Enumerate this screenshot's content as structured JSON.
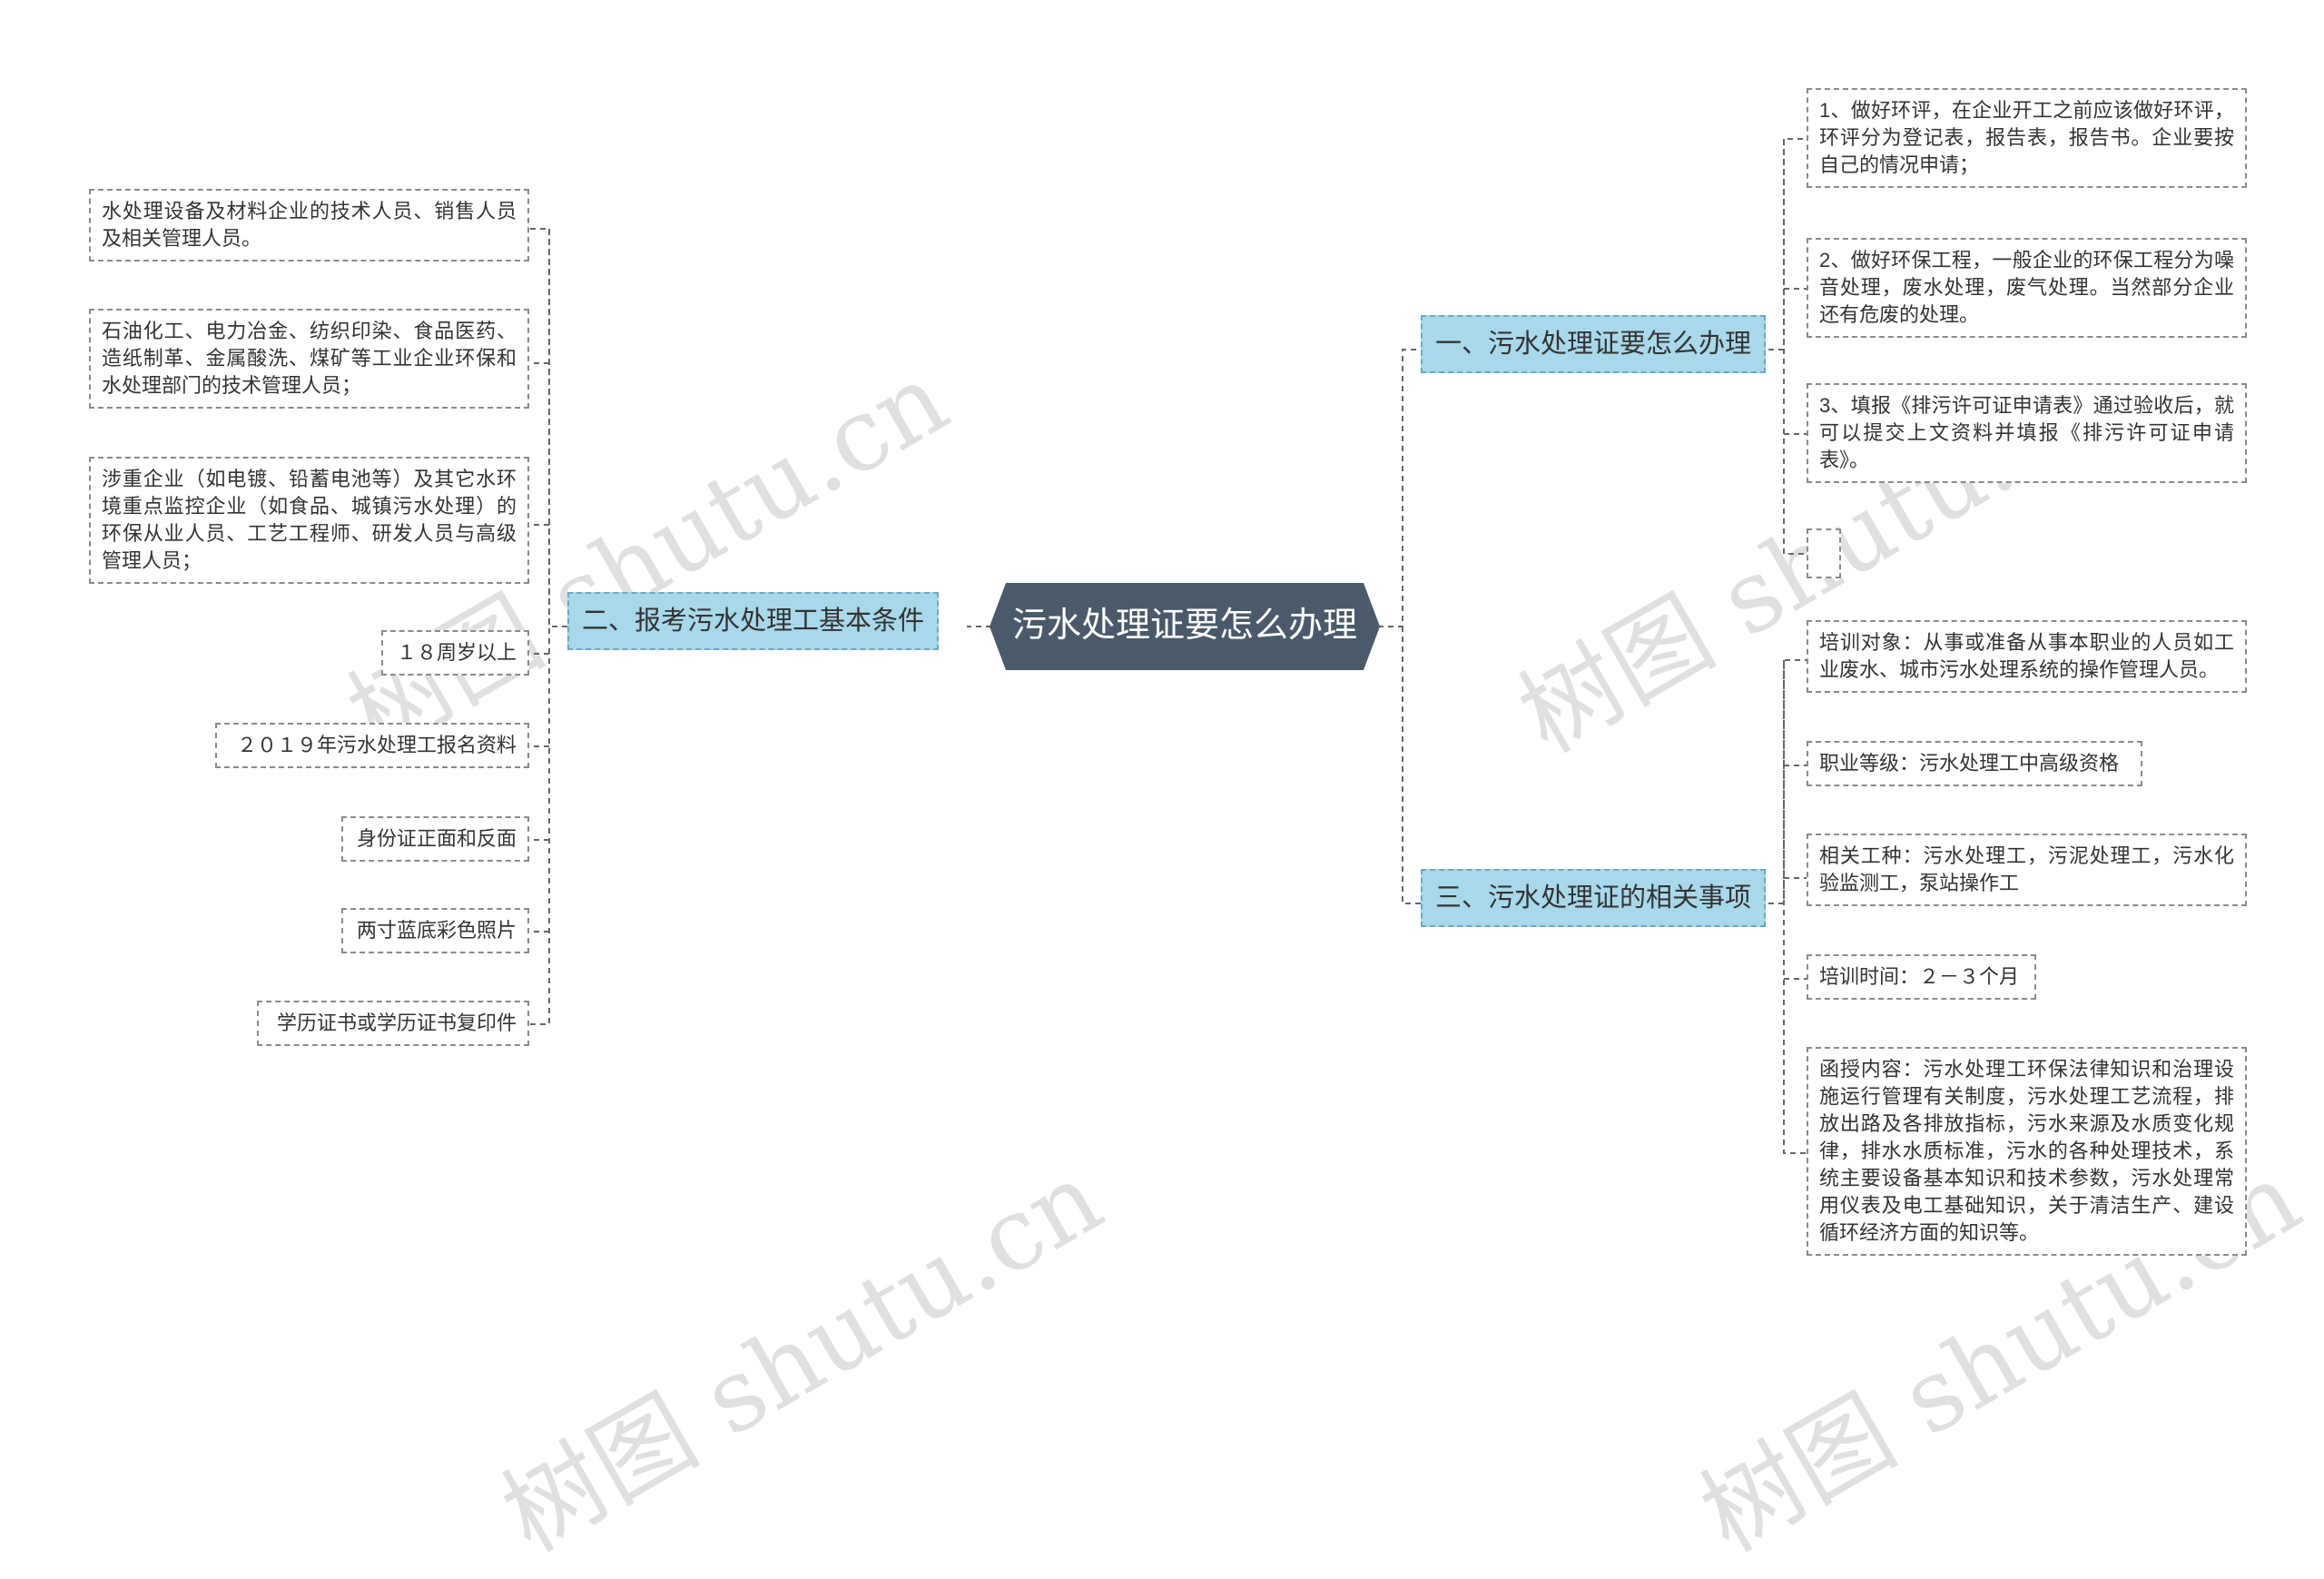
{
  "root": {
    "label": "污水处理证要怎么办理"
  },
  "branches": {
    "b1": {
      "label": "一、污水处理证要怎么办理",
      "items": [
        "1、做好环评，在企业开工之前应该做好环评，环评分为登记表，报告表，报告书。企业要按自己的情况申请；",
        "2、做好环保工程，一般企业的环保工程分为噪音处理，废水处理，废气处理。当然部分企业还有危废的处理。",
        "3、填报《排污许可证申请表》通过验收后，就可以提交上文资料并填报《排污许可证申请表》。",
        ""
      ]
    },
    "b2": {
      "label": "二、报考污水处理工基本条件",
      "items": [
        "水处理设备及材料企业的技术人员、销售人员及相关管理人员。",
        "石油化工、电力冶金、纺织印染、食品医药、造纸制革、金属酸洗、煤矿等工业企业环保和水处理部门的技术管理人员；",
        "涉重企业（如电镀、铅蓄电池等）及其它水环境重点监控企业（如食品、城镇污水处理）的环保从业人员、工艺工程师、研发人员与高级管理人员；",
        "１８周岁以上",
        "２０１９年污水处理工报名资料",
        "身份证正面和反面",
        "两寸蓝底彩色照片",
        "学历证书或学历证书复印件"
      ]
    },
    "b3": {
      "label": "三、污水处理证的相关事项",
      "items": [
        "培训对象：从事或准备从事本职业的人员如工业废水、城市污水处理系统的操作管理人员。",
        "职业等级：污水处理工中高级资格",
        "相关工种：污水处理工，污泥处理工，污水化验监测工，泵站操作工",
        "培训时间：２－３个月",
        "函授内容：污水处理工环保法律知识和治理设施运行管理有关制度，污水处理工艺流程，排放出路及各排放指标，污水来源及水质变化规律，排水水质标准，污水的各种处理技术，系统主要设备基本知识和技术参数，污水处理常用仪表及电工基础知识，关于清洁生产、建设循环经济方面的知识等。"
      ]
    }
  },
  "watermark": "树图 shutu.cn",
  "colors": {
    "root": "#4a5a6a",
    "branch": "#a8d8ea",
    "line": "#666666"
  }
}
